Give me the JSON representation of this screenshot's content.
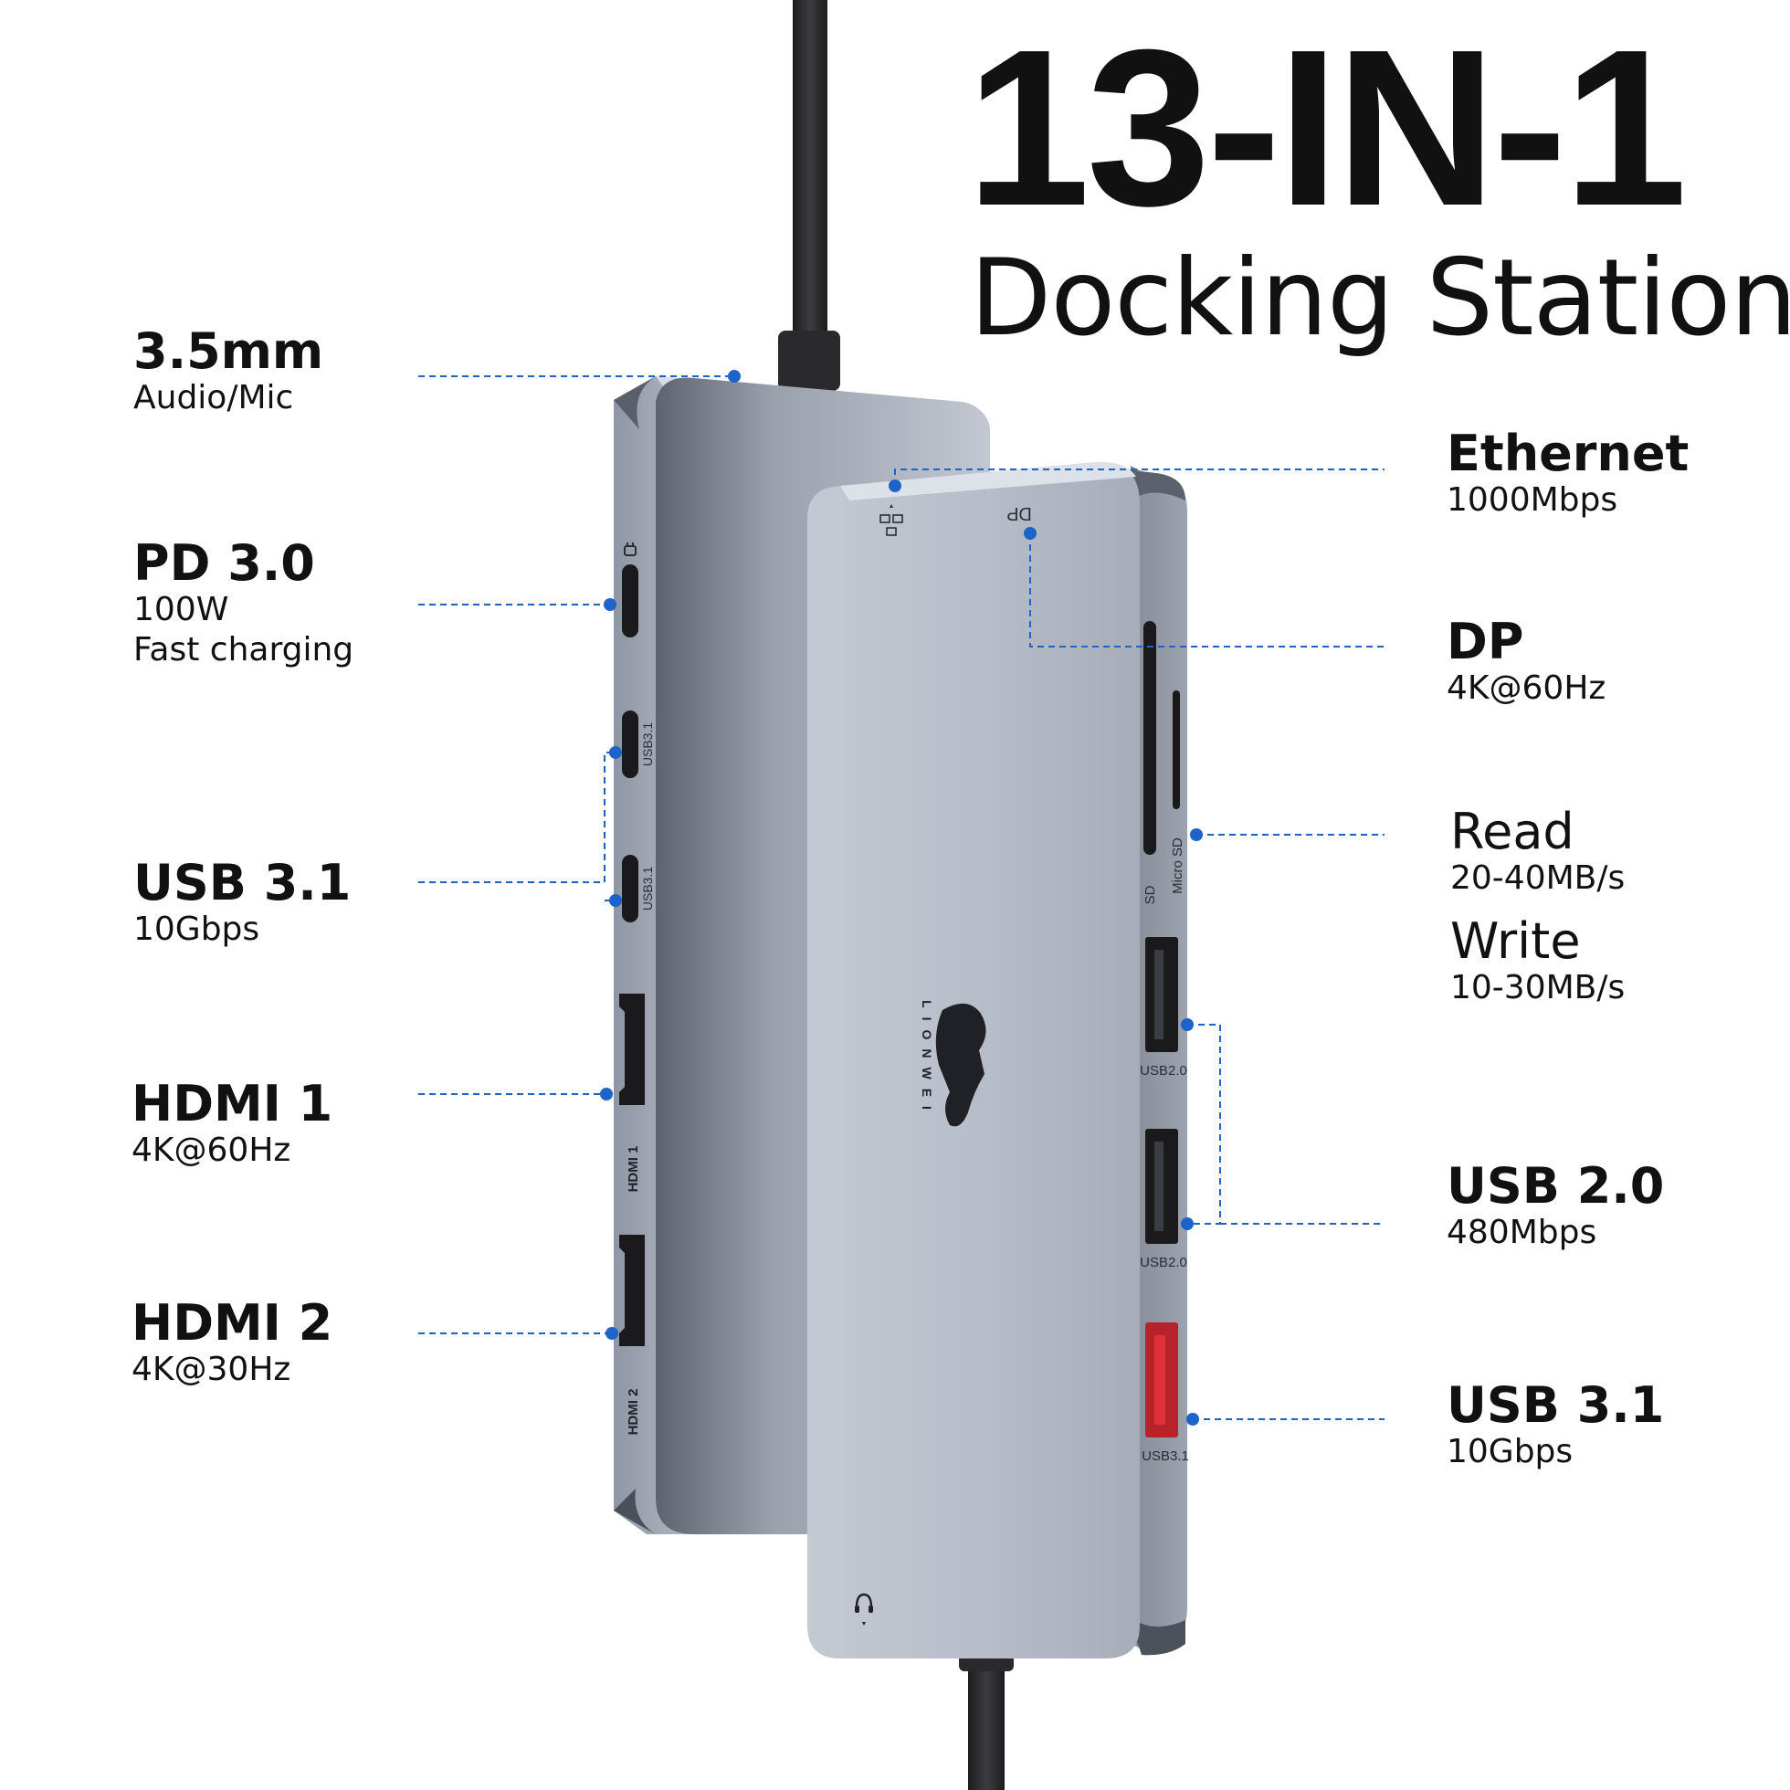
{
  "header": {
    "title": "13-IN-1",
    "subtitle": "Docking Station"
  },
  "left_labels": [
    {
      "heading": "3.5mm",
      "lines": [
        "Audio/Mic"
      ]
    },
    {
      "heading": "PD 3.0",
      "lines": [
        "100W",
        "Fast charging"
      ]
    },
    {
      "heading": "USB 3.1",
      "lines": [
        "10Gbps"
      ]
    },
    {
      "heading": "HDMI 1",
      "lines": [
        "4K@60Hz"
      ]
    },
    {
      "heading": "HDMI 2",
      "lines": [
        "4K@30Hz"
      ]
    }
  ],
  "right_labels": [
    {
      "heading": "Ethernet",
      "lines": [
        "1000Mbps"
      ]
    },
    {
      "heading": "DP",
      "lines": [
        "4K@60Hz"
      ]
    },
    {
      "heading": "Read",
      "lines": [
        "20-40MB/s"
      ]
    },
    {
      "heading": "Write",
      "lines": [
        "10-30MB/s"
      ]
    },
    {
      "heading": "USB 2.0",
      "lines": [
        "480Mbps"
      ]
    },
    {
      "heading": "USB 3.1",
      "lines": [
        "10Gbps"
      ]
    }
  ],
  "port_markings": {
    "usb31_c_1": "USB3.1",
    "usb31_c_2": "USB3.1",
    "hdmi1": "HDMI 1",
    "hdmi2": "HDMI 2",
    "dp": "DP",
    "sd": "SD",
    "micro_sd": "Micro SD",
    "usb20_1": "USB2.0",
    "usb20_2": "USB2.0",
    "usb31_a": "USB3.1"
  },
  "brand": {
    "name": "LIONWEI"
  },
  "colors": {
    "accent": "#1e64c8",
    "body_light": "#c9ced9",
    "body_dark": "#545a66",
    "port_black": "#1a1a1d",
    "usb31_red": "#e0303a",
    "cable": "#2b2b2e"
  },
  "icons": {
    "pd": "power-plug-icon",
    "ethernet": "ethernet-icon",
    "audio": "headset-mic-icon"
  }
}
